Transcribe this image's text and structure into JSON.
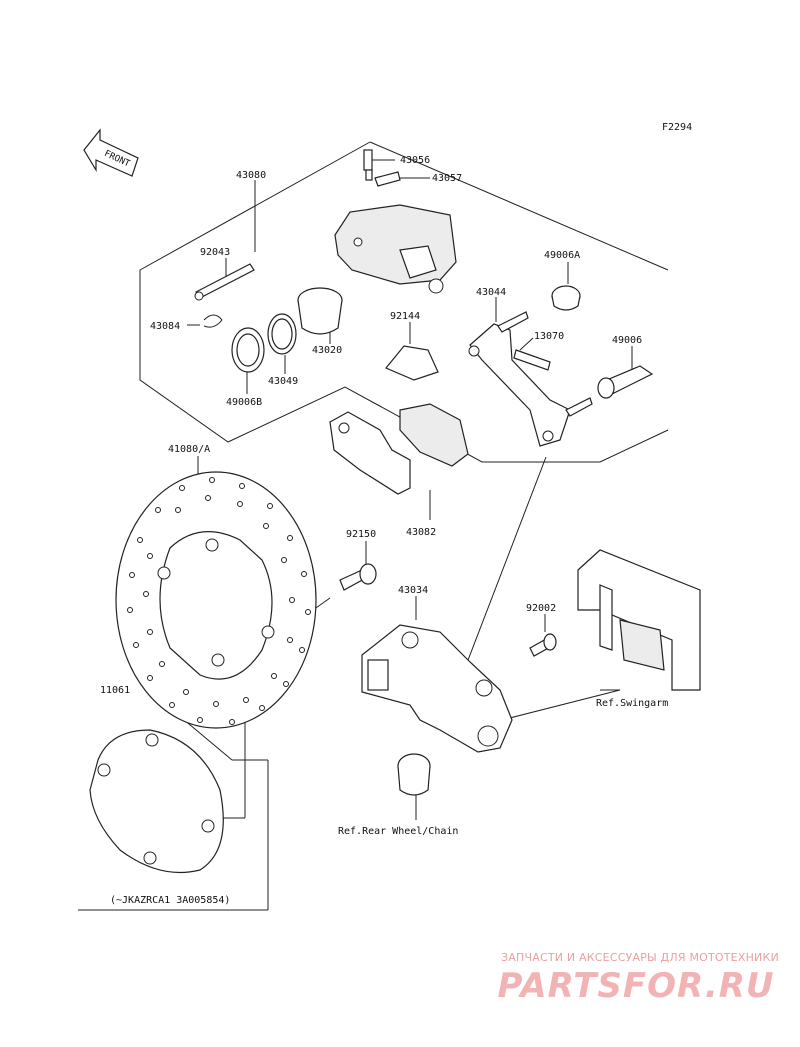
{
  "figure_code": "F2294",
  "front_label": "FRONT",
  "part_numbers": {
    "p43056": "43056",
    "p43057": "43057",
    "p43080": "43080",
    "p92043": "92043",
    "p49006A": "49006A",
    "p43044": "43044",
    "p43084": "43084",
    "p92144": "92144",
    "p13070": "13070",
    "p49006": "49006",
    "p43020": "43020",
    "p43049": "43049",
    "p49006B": "49006B",
    "p41080A": "41080/A",
    "p43082": "43082",
    "p92150": "92150",
    "p43034": "43034",
    "p92002": "92002",
    "p11061": "11061"
  },
  "references": {
    "swingarm": "Ref.Swingarm",
    "rear_wheel_chain": "Ref.Rear Wheel/Chain",
    "serial_range": "(~JKAZRCA1 3A005854)"
  },
  "watermark": {
    "tagline": "ЗАПЧАСТИ И АКСЕССУАРЫ ДЛЯ МОТОТЕХНИКИ",
    "brand": "PARTSFOR.RU"
  }
}
